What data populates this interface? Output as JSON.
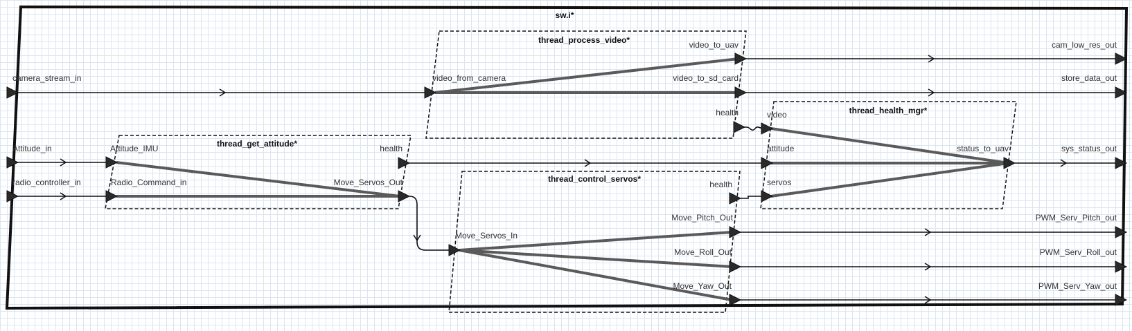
{
  "system": {
    "title": "sw.i*"
  },
  "threads": {
    "process_video": {
      "title": "thread_process_video*",
      "ports": {
        "video_from_camera": "video_from_camera",
        "video_to_uav": "video_to_uav",
        "video_to_sd_card": "video_to_sd_card",
        "health": "health"
      }
    },
    "get_attitude": {
      "title": "thread_get_attitude*",
      "ports": {
        "attitude_imu": "Attitude_IMU",
        "radio_command_in": "Radio_Command_in",
        "health": "health",
        "move_servos_out": "Move_Servos_Out"
      }
    },
    "health_mgr": {
      "title": "thread_health_mgr*",
      "ports": {
        "video": "video",
        "attitude": "attitude",
        "servos": "servos",
        "status_to_uav": "status_to_uav"
      }
    },
    "control_servos": {
      "title": "thread_control_servos*",
      "ports": {
        "health": "health",
        "move_servos_in": "Move_Servos_In",
        "move_pitch_out": "Move_Pitch_Out",
        "move_roll_out": "Move_Roll_Out",
        "move_yaw_out": "Move_Yaw_Out"
      }
    }
  },
  "system_ports": {
    "inputs": {
      "camera_stream_in": "camera_stream_in",
      "attitude_in": "Attitude_in",
      "radio_controller_in": "radio_controller_in"
    },
    "outputs": {
      "cam_low_res_out": "cam_low_res_out",
      "store_data_out": "store_data_out",
      "sys_status_out": "sys_status_out",
      "pwm_serv_pitch_out": "PWM_Serv_Pitch_out",
      "pwm_serv_roll_out": "PWM_Serv_Roll_out",
      "pwm_serv_yaw_out": "PWM_Serv_Yaw_out"
    }
  },
  "colors": {
    "frame": "#111111",
    "internal_connection": "#5a5a5a",
    "grid": "#dbe6f1"
  }
}
